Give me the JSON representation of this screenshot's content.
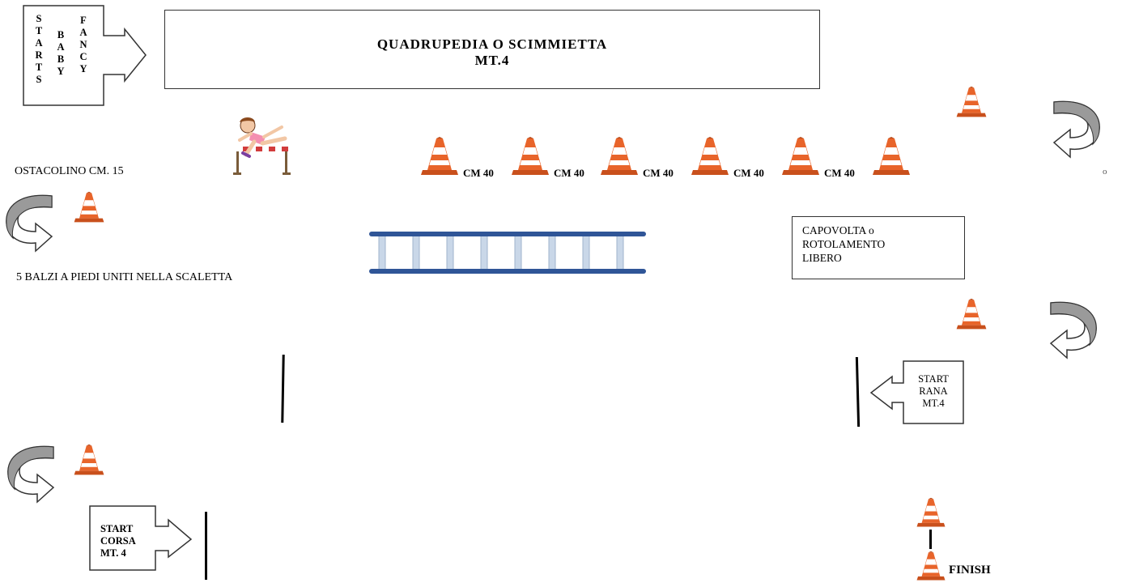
{
  "start_babyfancy": {
    "col1": [
      "S",
      "T",
      "A",
      "R",
      "T",
      "S"
    ],
    "col2": [
      "B",
      "A",
      "B",
      "Y"
    ],
    "col3": [
      "F",
      "A",
      "N",
      "C",
      "Y"
    ]
  },
  "title": {
    "line1": "QUADRUPEDIA O SCIMMIETTA",
    "line2": "MT.4"
  },
  "ostacolino_label": "OSTACOLINO CM. 15",
  "cone_labels": [
    "CM 40",
    "CM 40",
    "CM 40",
    "CM 40",
    "CM 40"
  ],
  "right_small_label": "o",
  "capovolta": {
    "line1": "CAPOVOLTA o",
    "line2": "ROTOLAMENTO",
    "line3": "LIBERO"
  },
  "balzi_label": "5 BALZI A PIEDI UNITI NELLA SCALETTA",
  "start_rana": {
    "line1": "START",
    "line2": "RANA",
    "line3": "MT.4"
  },
  "start_corsa": {
    "line1": "START",
    "line2": "CORSA",
    "line3": "MT. 4"
  },
  "finish_label": "FINISH",
  "colors": {
    "cone_orange": "#e8642a",
    "cone_stripe": "#ffffff",
    "ladder_rail": "#2f5597",
    "ladder_rung": "#c9d7e8",
    "uturn_gray": "#9a9a9a"
  }
}
